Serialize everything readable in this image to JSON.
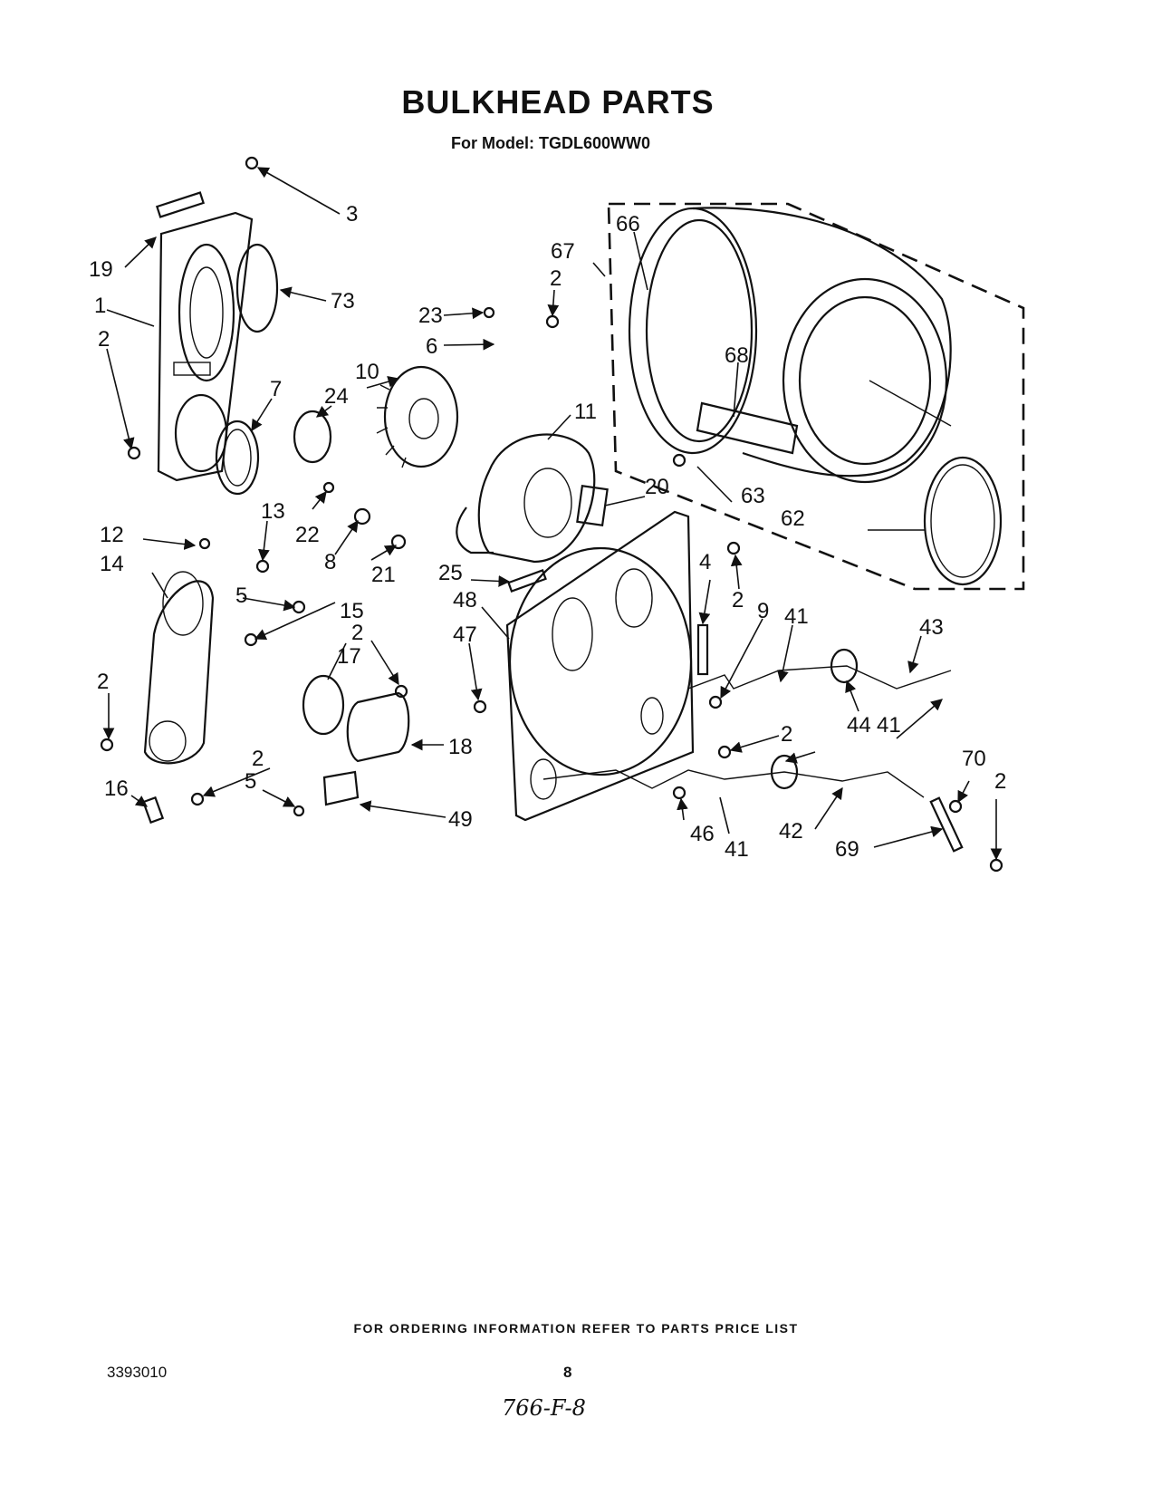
{
  "title": "BULKHEAD PARTS",
  "subtitle": "For Model: TGDL600WW0",
  "footer": {
    "ordering_info": "FOR ORDERING INFORMATION REFER TO PARTS PRICE LIST",
    "doc_number": "3393010",
    "page_number": "8",
    "handwritten_note": "766-F-8"
  },
  "callouts": [
    "1",
    "2",
    "3",
    "4",
    "5",
    "6",
    "7",
    "8",
    "9",
    "10",
    "11",
    "12",
    "13",
    "14",
    "15",
    "16",
    "17",
    "18",
    "19",
    "20",
    "21",
    "22",
    "23",
    "24",
    "25",
    "41",
    "42",
    "43",
    "44",
    "46",
    "47",
    "48",
    "49",
    "62",
    "63",
    "66",
    "67",
    "68",
    "69",
    "70",
    "73"
  ]
}
